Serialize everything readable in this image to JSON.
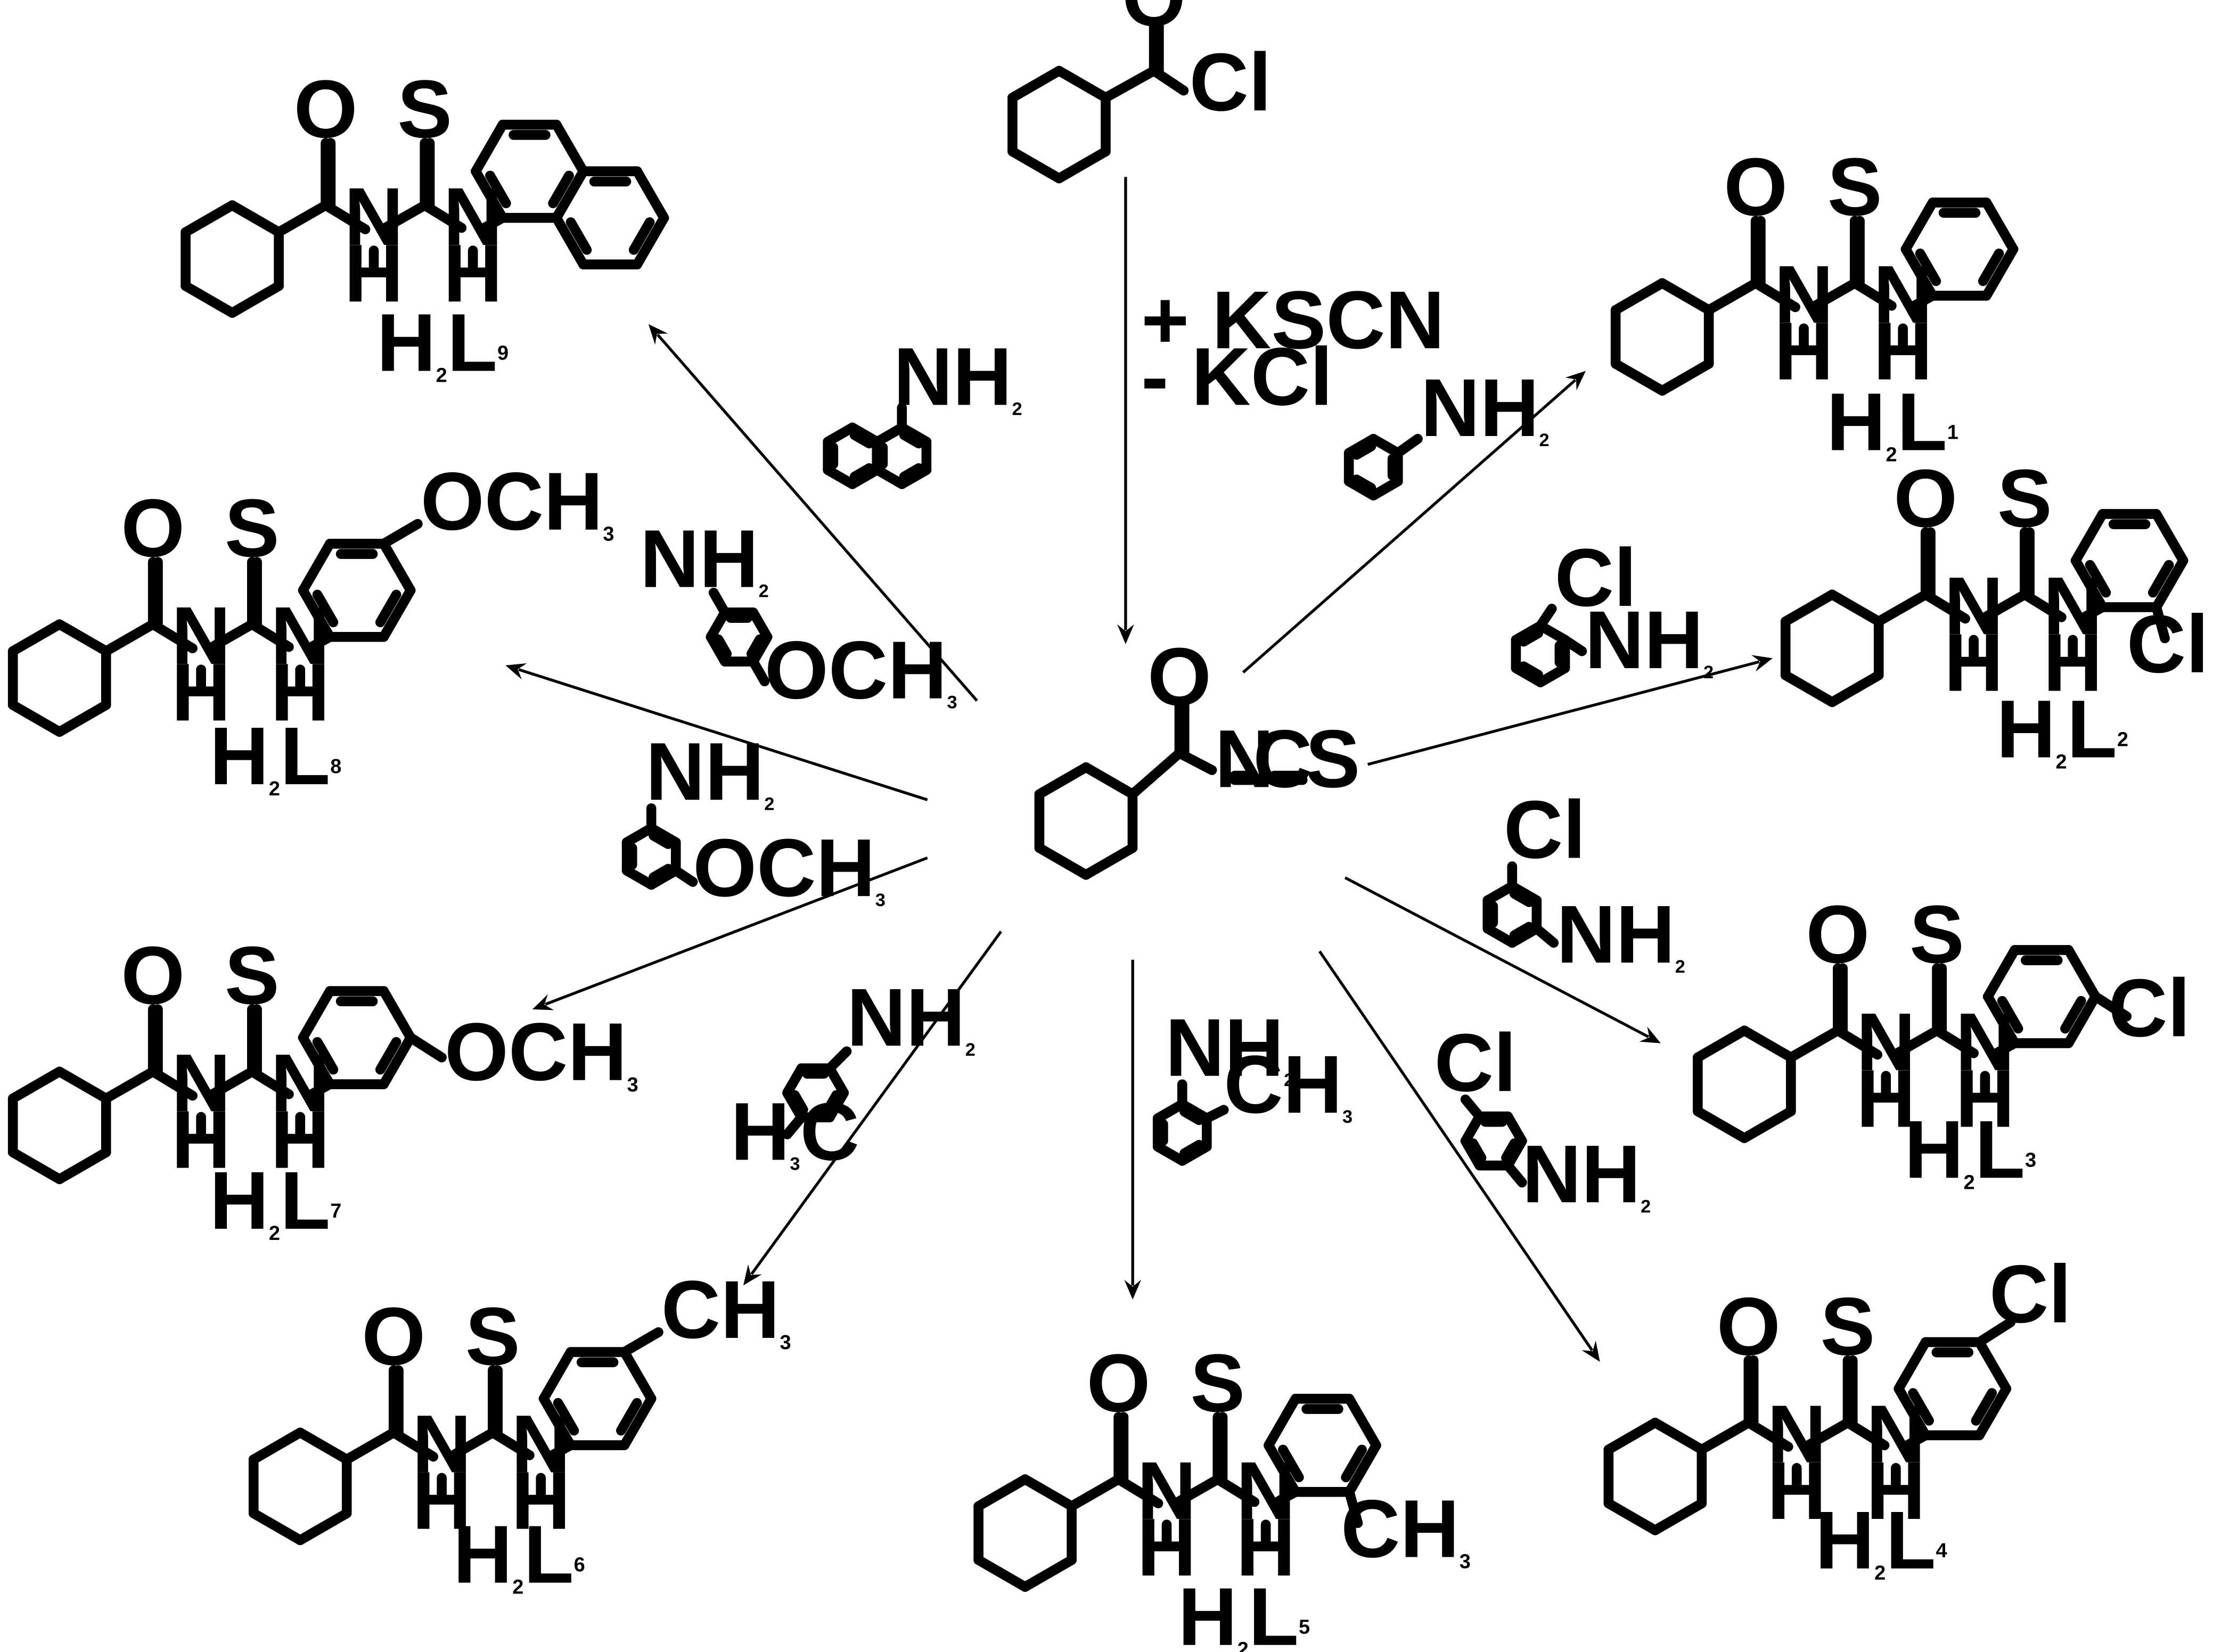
{
  "reaction": {
    "reagents": [
      "+ KSCN",
      "- KCl"
    ],
    "starting_material_atoms": {
      "o": "O",
      "cl": "Cl"
    },
    "intermediate_atoms": {
      "o": "O",
      "n": "N",
      "c": "C",
      "s": "S"
    }
  },
  "atoms": {
    "o": "O",
    "s": "S",
    "n": "N",
    "h": "H",
    "cl": "Cl",
    "och3": "OCH",
    "ch3": "CH",
    "three": "3",
    "nh": "NH",
    "two": "2",
    "h3c": "H",
    "three_c": "3",
    "c": "C"
  },
  "products": [
    {
      "id": "L1",
      "label_main": "H",
      "label_sub": "2",
      "label_l": "L",
      "label_sup": "1",
      "amine": "aniline"
    },
    {
      "id": "L2",
      "label_main": "H",
      "label_sub": "2",
      "label_l": "L",
      "label_sup": "2",
      "amine": "2-chloroaniline"
    },
    {
      "id": "L3",
      "label_main": "H",
      "label_sub": "2",
      "label_l": "L",
      "label_sup": "3",
      "amine": "3-chloroaniline"
    },
    {
      "id": "L4",
      "label_main": "H",
      "label_sub": "2",
      "label_l": "L",
      "label_sup": "4",
      "amine": "4-chloroaniline"
    },
    {
      "id": "L5",
      "label_main": "H",
      "label_sub": "2",
      "label_l": "L",
      "label_sup": "5",
      "amine": "2-methylaniline"
    },
    {
      "id": "L6",
      "label_main": "H",
      "label_sub": "2",
      "label_l": "L",
      "label_sup": "6",
      "amine": "4-methylaniline"
    },
    {
      "id": "L7",
      "label_main": "H",
      "label_sub": "2",
      "label_l": "L",
      "label_sup": "7",
      "amine": "3-methoxyaniline"
    },
    {
      "id": "L8",
      "label_main": "H",
      "label_sub": "2",
      "label_l": "L",
      "label_sup": "8",
      "amine": "4-methoxyaniline"
    },
    {
      "id": "L9",
      "label_main": "H",
      "label_sub": "2",
      "label_l": "L",
      "label_sup": "9",
      "amine": "1-naphthylamine"
    }
  ]
}
